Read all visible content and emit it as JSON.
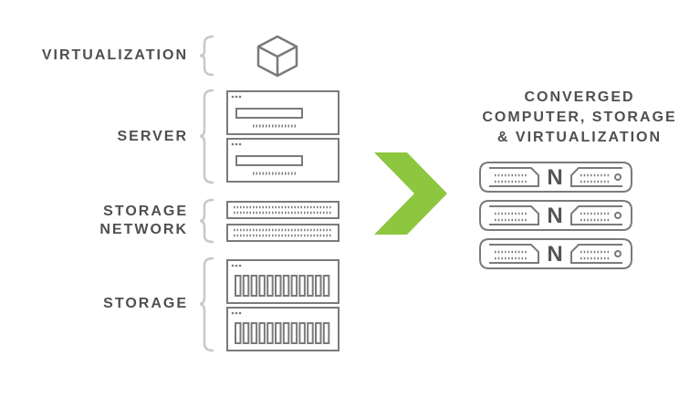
{
  "labels": {
    "virtualization": "VIRTUALIZATION",
    "server": "SERVER",
    "storage_network_line1": "STORAGE",
    "storage_network_line2": "NETWORK",
    "storage": "STORAGE"
  },
  "converged": {
    "line1": "CONVERGED",
    "line2": "COMPUTER, STORAGE",
    "line3": "& VIRTUALIZATION",
    "node_letter": "N"
  },
  "colors": {
    "gray": "#7a7a7a",
    "text": "#4f4f4f",
    "accent_green": "#8dc63f",
    "bracket": "#c8c8c8"
  },
  "icons": [
    "cube-icon",
    "server-icon",
    "storage-network-icon",
    "storage-array-icon",
    "chevron-arrow-icon",
    "converged-node-icon"
  ]
}
